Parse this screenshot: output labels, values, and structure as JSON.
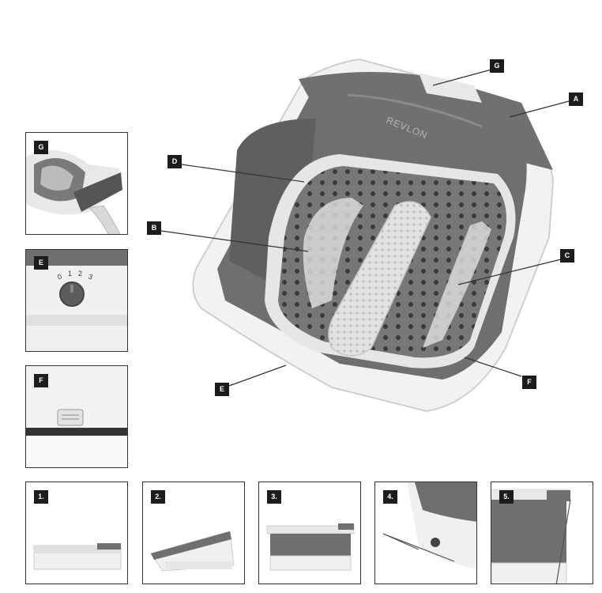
{
  "main_labels": {
    "A": "A",
    "B": "B",
    "C": "C",
    "D": "D",
    "E": "E",
    "F": "F",
    "G": "G"
  },
  "brand": "REVLON",
  "detail_panels": {
    "g": {
      "label": "G"
    },
    "e": {
      "label": "E",
      "dial_marks": [
        "0",
        "1",
        "2",
        "3"
      ]
    },
    "f": {
      "label": "F"
    }
  },
  "steps": [
    {
      "label": "1."
    },
    {
      "label": "2."
    },
    {
      "label": "3."
    },
    {
      "label": "4."
    },
    {
      "label": "5."
    }
  ],
  "colors": {
    "grey": "#6f6f6f",
    "light": "#e8e8e8",
    "dark": "#3a3a3a",
    "label_bg": "#1c1c1c"
  }
}
